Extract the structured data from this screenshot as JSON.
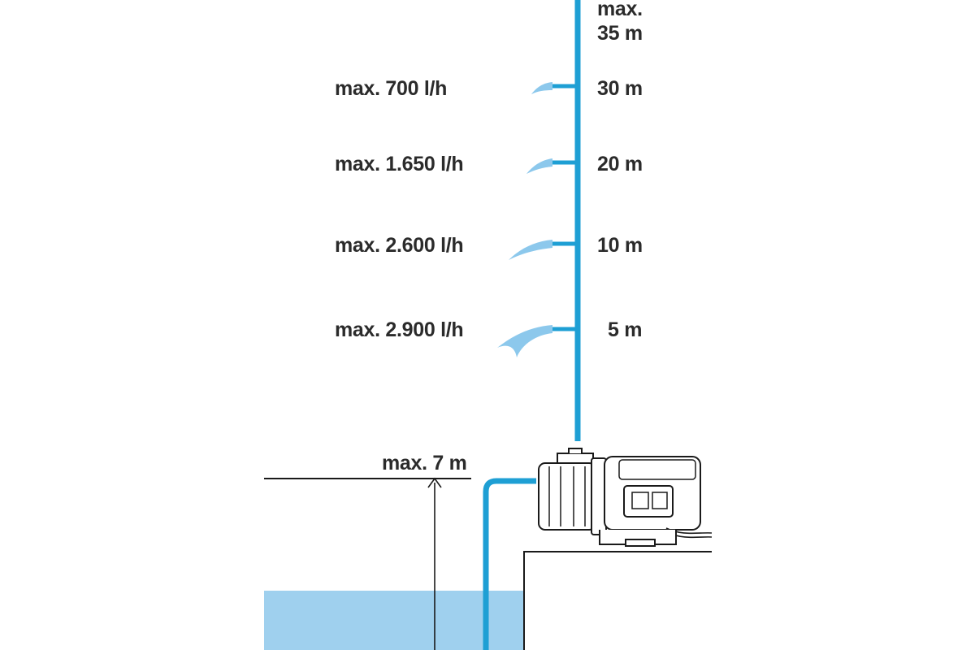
{
  "colors": {
    "pipe": "#1e9fd4",
    "water": "#9fd0ee",
    "spray": "#8cc8ec",
    "line": "#1a1a1a",
    "text": "#2b2b2b"
  },
  "delivery_head": {
    "top_label_line1": "max.",
    "top_label_line2": "35 m",
    "levels": [
      {
        "head": "30 m",
        "flow": "max. 700 l/h"
      },
      {
        "head": "20 m",
        "flow": "max. 1.650 l/h"
      },
      {
        "head": "10 m",
        "flow": "max. 2.600 l/h"
      },
      {
        "head": "5 m",
        "flow": "max. 2.900 l/h"
      }
    ]
  },
  "suction": {
    "label": "max. 7 m"
  }
}
